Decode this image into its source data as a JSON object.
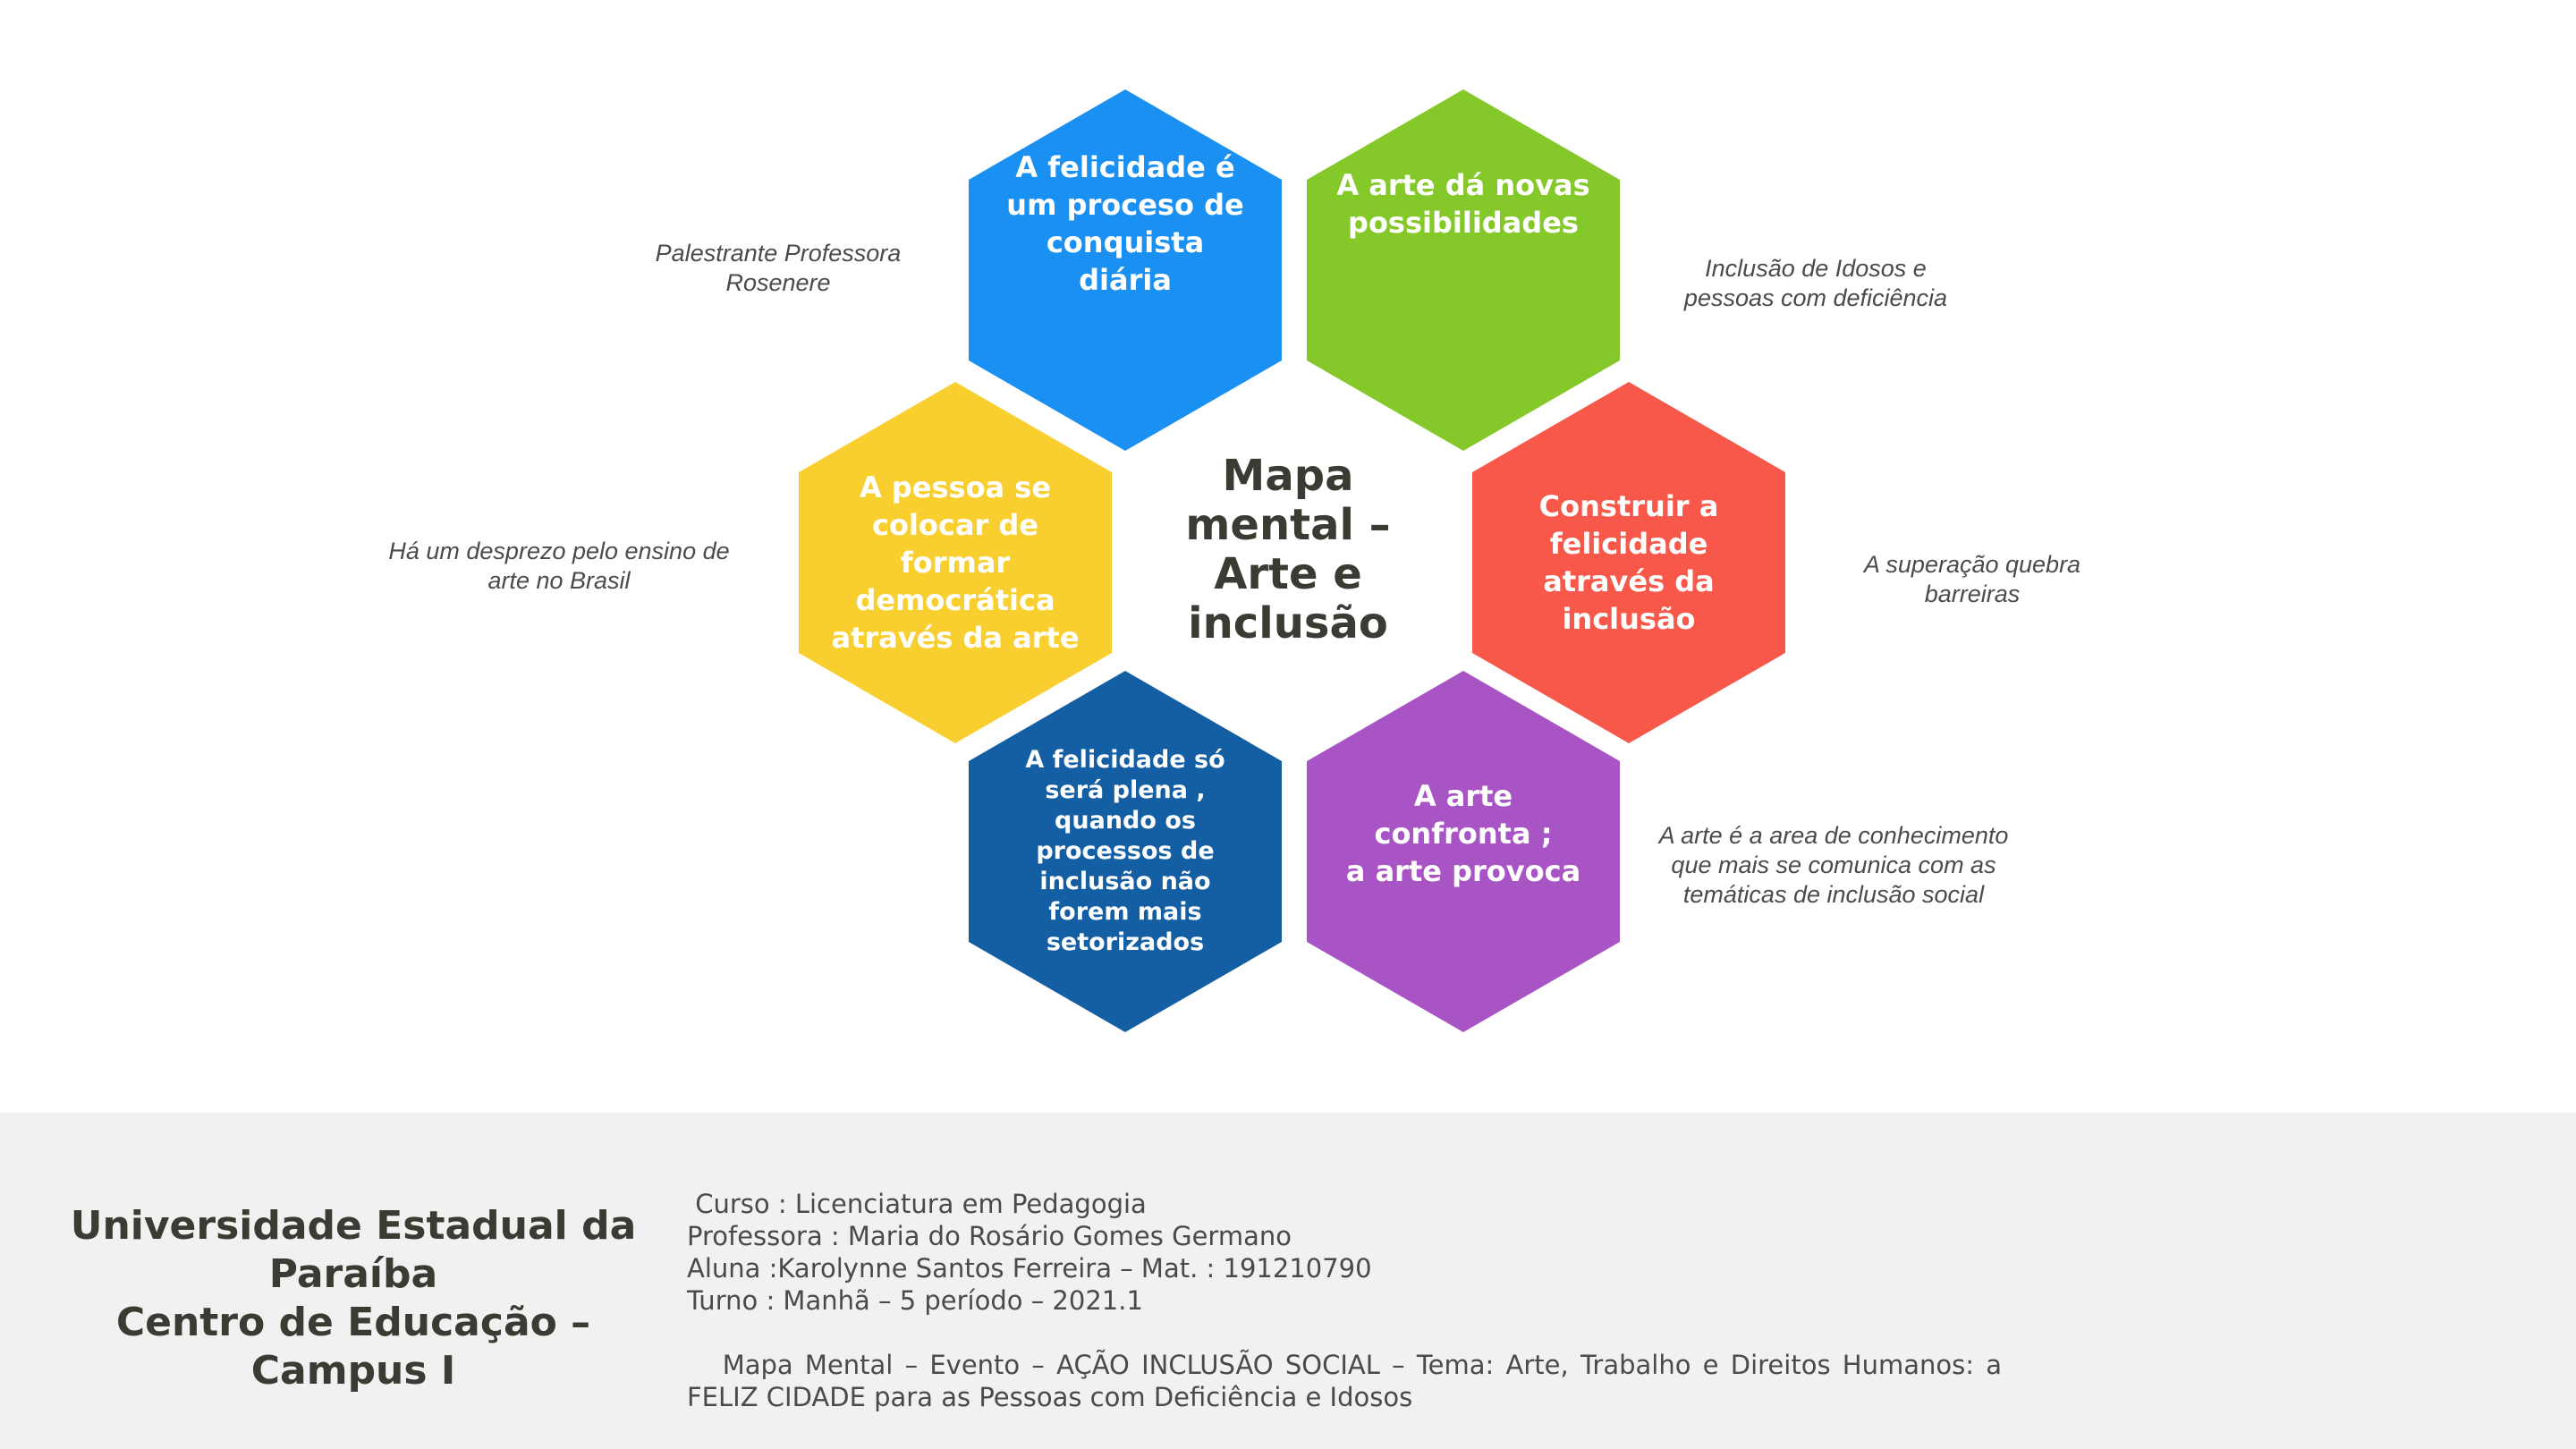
{
  "hexagons": [
    {
      "label": "A felicidade é\num proceso de\nconquista diária",
      "color": "#1a90f2"
    },
    {
      "label": "A arte dá novas\npossibilidades",
      "color": "#84c82a"
    },
    {
      "label": "A pessoa se\ncolocar de\nformar\ndemocrática\natravés da arte",
      "color": "#f8cf2f"
    },
    {
      "label": "Construir a\nfelicidade\natravés da\ninclusão",
      "color": "#f7584a"
    },
    {
      "label": "A felicidade só\nserá plena ,\nquando os\nprocessos de\ninclusão não\nforem mais\nsetorizados",
      "color": "#145ea3"
    },
    {
      "label": "A arte\nconfronta ;\na arte provoca",
      "color": "#a854c4"
    }
  ],
  "center": {
    "title": "Mapa\nmental –\nArte e\ninclusão"
  },
  "notes": [
    "Palestrante  Professora\nRosenere",
    "Inclusão de Idosos e\npessoas com deficiência",
    "Há um desprezo pelo ensino  de\narte no Brasil",
    "A superação quebra\nbarreiras",
    "A arte é a area de conhecimento\nque mais se comunica com as\ntemáticas de inclusão social"
  ],
  "footer": {
    "university": "Universidade Estadual da\nParaíba\nCentro de Educação –\nCampus I",
    "course": " Curso : Licenciatura em Pedagogia",
    "professor": "Professora : Maria do Rosário Gomes Germano",
    "student": "Aluna :Karolynne Santos Ferreira – Mat. : 191210790",
    "shift": "Turno : Manhã – 5 período – 2021.1",
    "theme": "   Mapa Mental – Evento – AÇÃO INCLUSÃO SOCIAL – Tema: Arte, Trabalho e Direitos Humanos: a FELIZ CIDADE para as Pessoas com Deficiência e Idosos"
  }
}
